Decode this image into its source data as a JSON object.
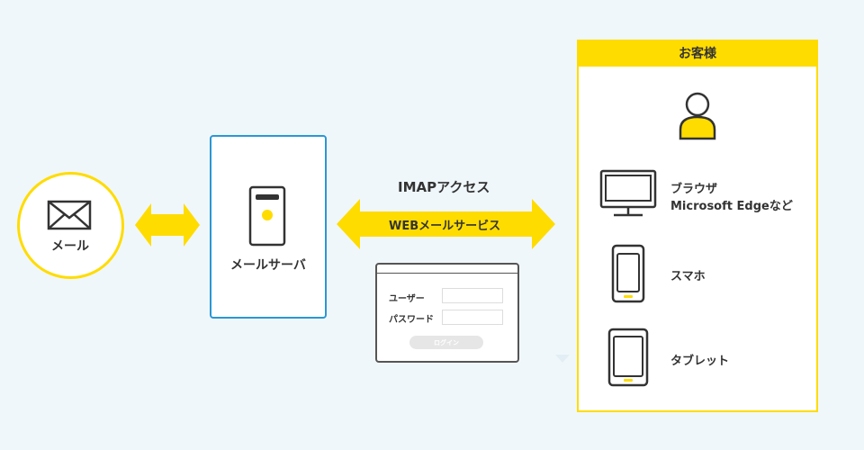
{
  "mail": {
    "label": "メール"
  },
  "server": {
    "label": "メールサーバ"
  },
  "access": {
    "top_label": "IMAPアクセス",
    "arrow_label": "WEBメールサービス"
  },
  "login": {
    "user_label": "ユーザー",
    "password_label": "パスワード",
    "button_label": "ログイン"
  },
  "customer": {
    "title": "お客様",
    "devices": [
      {
        "label_line1": "ブラウザ",
        "label_line2": "Microsoft Edgeなど",
        "icon": "monitor-icon"
      },
      {
        "label_line1": "スマホ",
        "icon": "smartphone-icon"
      },
      {
        "label_line1": "タブレット",
        "icon": "tablet-icon"
      }
    ]
  },
  "colors": {
    "accent_yellow": "#ffdc00",
    "server_blue": "#2a97d4",
    "background": "#f0f7fb"
  }
}
